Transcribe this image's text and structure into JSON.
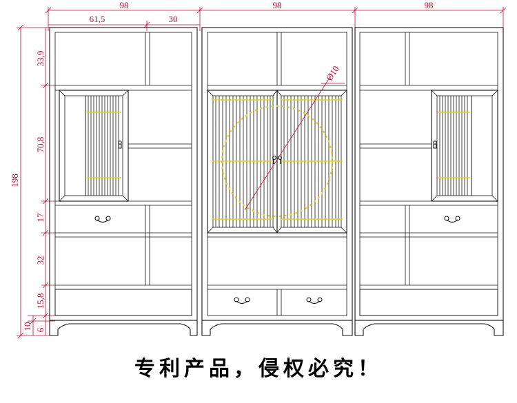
{
  "dimensions": {
    "top_1": "98",
    "top_1a": "61,5",
    "top_1b": "30",
    "top_2": "98",
    "top_3": "98",
    "total_height": "198",
    "h_1": "33,9",
    "h_2": "70,8",
    "h_3": "17",
    "h_4": "32",
    "h_5": "15,8",
    "h_6": "10",
    "h_7": "6",
    "diameter": "Ø10"
  },
  "caption": "专利产品，侵权必究！",
  "colors": {
    "dimension": "#d6002a",
    "line": "#111111",
    "highlight": "#e8d400"
  }
}
